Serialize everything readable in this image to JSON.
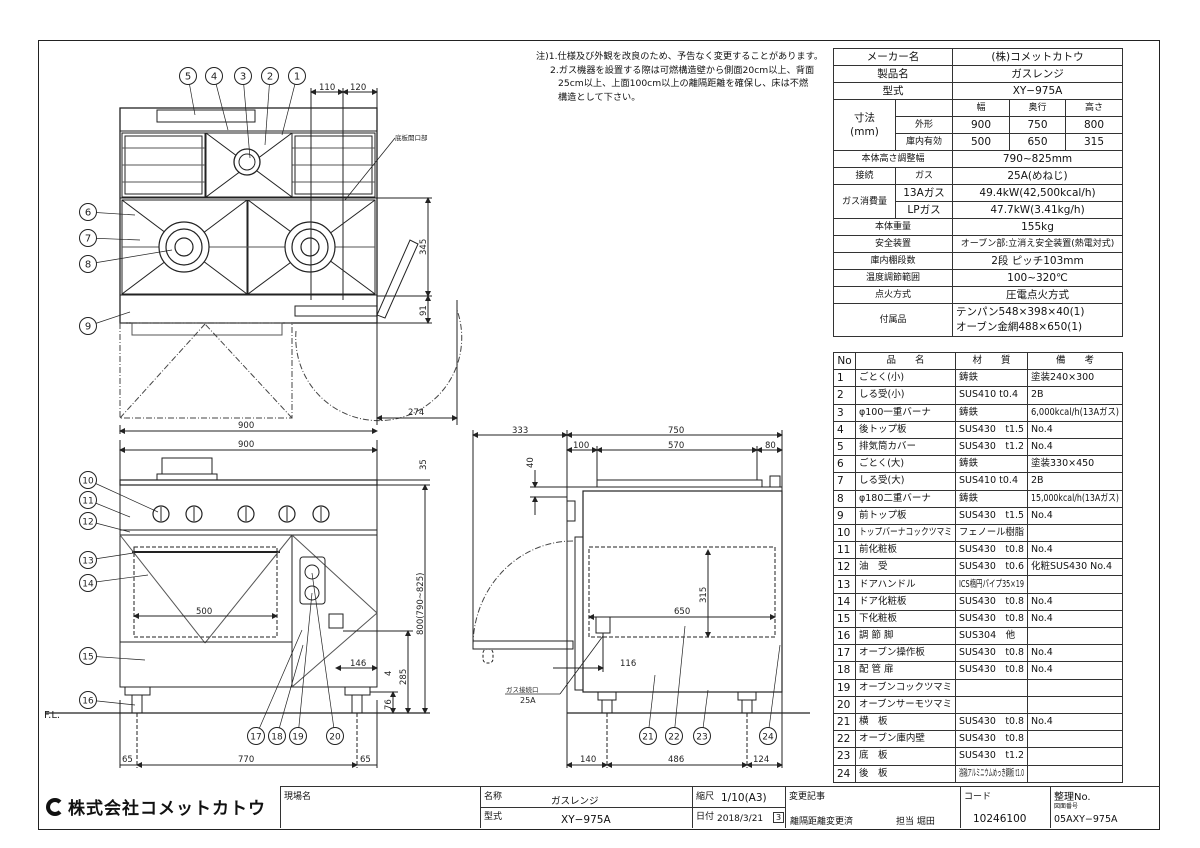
{
  "notes": {
    "prefix": "注)",
    "line1": "1.仕様及び外観を改良のため、予告なく変更することがあります。",
    "line2a": "2.ガス機器を設置する際は可燃構造壁から側面20cm以上、背面",
    "line2b": "25cm以上、上面100cm以上の離隔距離を確保し、床は不燃",
    "line2c": "構造として下さい。"
  },
  "spec": {
    "maker_label": "メーカー名",
    "maker": "(株)コメットカトウ",
    "product_label": "製品名",
    "product": "ガスレンジ",
    "model_label": "型式",
    "model": "XY−975A",
    "dim_label": "寸法\n(mm)",
    "dim_label_1": "寸法",
    "dim_label_2": "(mm)",
    "dim_headers": [
      "幅",
      "奥行",
      "高さ"
    ],
    "outer_label": "外形",
    "outer": [
      "900",
      "750",
      "800"
    ],
    "inner_label": "庫内有効",
    "inner": [
      "500",
      "650",
      "315"
    ],
    "height_adj_label": "本体高さ調整幅",
    "height_adj": "790~825mm",
    "conn_label": "接続",
    "conn_sub": "ガス",
    "conn": "25A(めねじ)",
    "gas_label": "ガス消費量",
    "gas13_label": "13Aガス",
    "gas13": "49.4kW(42,500kcal/h)",
    "lp_label": "LPガス",
    "lp": "47.7kW(3.41kg/h)",
    "weight_label": "本体重量",
    "weight": "155kg",
    "safety_label": "安全装置",
    "safety": "オーブン部:立消え安全装置(熱電対式)",
    "shelves_label": "庫内棚段数",
    "shelves": "2段 ピッチ103mm",
    "temp_label": "温度調節範囲",
    "temp": "100~320℃",
    "ignition_label": "点火方式",
    "ignition": "圧電点火方式",
    "acc_label": "付属品",
    "acc1": "テンパン548×398×40(1)",
    "acc2": "オーブン金網488×650(1)"
  },
  "parts": {
    "headers": [
      "No",
      "品　　名",
      "材　　質",
      "備　　考"
    ],
    "rows": [
      [
        "1",
        "ごとく(小)",
        "鋳鉄",
        "塗装240×300"
      ],
      [
        "2",
        "しる受(小)",
        "SUS410 t0.4",
        "2B"
      ],
      [
        "3",
        "φ100一重バーナ",
        "鋳鉄",
        "6,000kcal/h(13Aガス)"
      ],
      [
        "4",
        "後トップ板",
        "SUS430　t1.5",
        "No.4"
      ],
      [
        "5",
        "排気筒カバー",
        "SUS430　t1.2",
        "No.4"
      ],
      [
        "6",
        "ごとく(大)",
        "鋳鉄",
        "塗装330×450"
      ],
      [
        "7",
        "しる受(大)",
        "SUS410 t0.4",
        "2B"
      ],
      [
        "8",
        "φ180二重バーナ",
        "鋳鉄",
        "15,000kcal/h(13Aガス)"
      ],
      [
        "9",
        "前トップ板",
        "SUS430　t1.5",
        "No.4"
      ],
      [
        "10",
        "トップバーナコックツマミ",
        "フェノール樹脂",
        ""
      ],
      [
        "11",
        "前化粧板",
        "SUS430　t0.8",
        "No.4"
      ],
      [
        "12",
        "油　受",
        "SUS430　t0.6",
        "化粧SUS430 No.4"
      ],
      [
        "13",
        "ドアハンドル",
        "ICS楕円パイプ35×19",
        ""
      ],
      [
        "14",
        "ドア化粧板",
        "SUS430　t0.8",
        "No.4"
      ],
      [
        "15",
        "下化粧板",
        "SUS430　t0.8",
        "No.4"
      ],
      [
        "16",
        "調 節 脚",
        "SUS304　他",
        ""
      ],
      [
        "17",
        "オーブン操作板",
        "SUS430　t0.8",
        "No.4"
      ],
      [
        "18",
        "配 管 扉",
        "SUS430　t0.8",
        "No.4"
      ],
      [
        "19",
        "オーブンコックツマミ",
        "",
        ""
      ],
      [
        "20",
        "オーブンサーモツマミ",
        "",
        ""
      ],
      [
        "21",
        "横　板",
        "SUS430　t0.8",
        "No.4"
      ],
      [
        "22",
        "オーブン庫内壁",
        "SUS430　t0.8",
        ""
      ],
      [
        "23",
        "底　板",
        "SUS430　t1.2",
        ""
      ],
      [
        "24",
        "後　板",
        "溶融アルミニウムめっき鋼板 t1.0",
        ""
      ]
    ]
  },
  "title_block": {
    "logo": "株式会社コメットカトウ",
    "site_label": "現場名",
    "name_label": "名称",
    "name": "ガスレンジ",
    "model_label": "型式",
    "model": "XY−975A",
    "scale_label": "縮尺",
    "scale": "1/10(A3)",
    "date_label": "日付",
    "date": "2018/3/21",
    "revision": "3",
    "change_label": "変更記事",
    "change": "離隔距離変更済",
    "person": "担当 堀田",
    "code_label": "コード",
    "code": "10246100",
    "ref_label": "整理No.",
    "ref_sub": "図面番号",
    "ref": "05AXY−975A"
  },
  "drawing": {
    "top_view": {
      "dim_110": "110",
      "dim_120": "120",
      "dim_900": "900",
      "dim_274": "274",
      "dim_345": "345",
      "dim_91": "91",
      "opening_label": "底板開口部"
    },
    "front_view": {
      "dim_900": "900",
      "dim_35": "35",
      "dim_800": "800(790~825)",
      "dim_500": "500",
      "dim_146": "146",
      "dim_4": "4",
      "dim_285": "285",
      "dim_76": "76",
      "dim_65a": "65",
      "dim_770": "770",
      "dim_65b": "65",
      "fl_label": "F.L."
    },
    "side_view": {
      "dim_333": "333",
      "dim_750": "750",
      "dim_100": "100",
      "dim_570": "570",
      "dim_80": "80",
      "dim_40": "40",
      "dim_315": "315",
      "dim_650": "650",
      "dim_116": "116",
      "dim_140": "140",
      "dim_486": "486",
      "dim_124": "124",
      "gas_inlet_label": "ガス接続口",
      "gas_inlet_size": "25A"
    },
    "callouts": [
      "1",
      "2",
      "3",
      "4",
      "5",
      "6",
      "7",
      "8",
      "9",
      "10",
      "11",
      "12",
      "13",
      "14",
      "15",
      "16",
      "17",
      "18",
      "19",
      "20",
      "21",
      "22",
      "23",
      "24"
    ]
  }
}
